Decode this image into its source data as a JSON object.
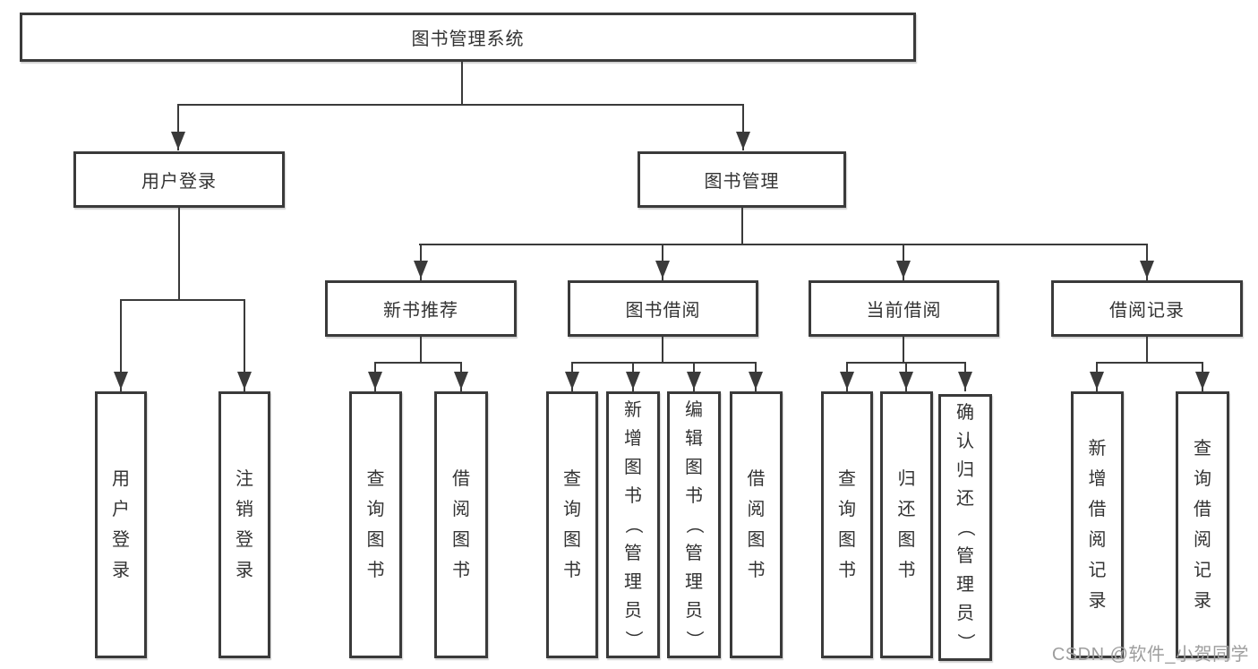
{
  "root_label": "图书管理系统",
  "branches": [
    {
      "label": "用户登录",
      "leaves": [
        "用户登录",
        "注销登录"
      ]
    },
    {
      "label": "图书管理",
      "sections": [
        {
          "label": "新书推荐",
          "leaves": [
            "查询图书",
            "借阅图书"
          ]
        },
        {
          "label": "图书借阅",
          "leaves": [
            "查询图书",
            "新增图书（管理员）",
            "编辑图书（管理员）",
            "借阅图书"
          ]
        },
        {
          "label": "当前借阅",
          "leaves": [
            "查询图书",
            "归还图书",
            "确认归还（管理员）"
          ]
        },
        {
          "label": "借阅记录",
          "leaves": [
            "新增借阅记录",
            "查询借阅记录"
          ]
        }
      ]
    }
  ],
  "watermark": "CSDN @软件_小贺同学",
  "colors": {
    "line": "#3a3a3a",
    "text": "#333333",
    "watermark": "#9e9e9e",
    "background": "#ffffff"
  }
}
